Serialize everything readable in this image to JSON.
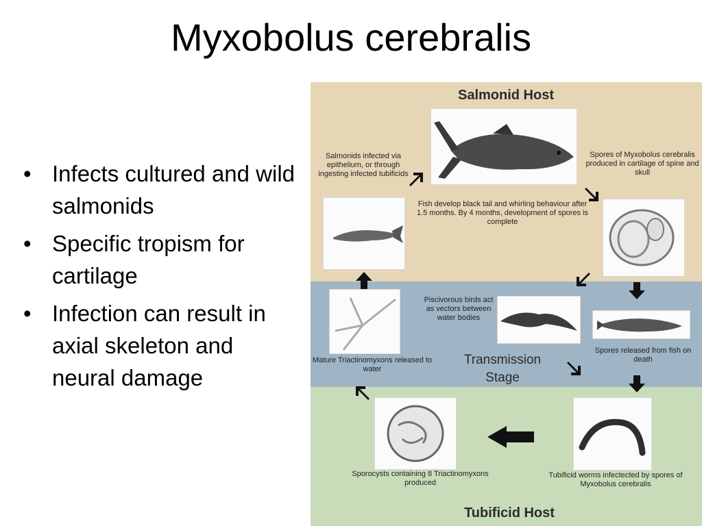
{
  "title": "Myxobolus cerebralis",
  "bullets": [
    "Infects cultured and wild salmonids",
    "Specific tropism for cartilage",
    "Infection can result in axial skeleton and neural damage"
  ],
  "diagram": {
    "header_top": "Salmonid Host",
    "header_mid": "Transmission Stage",
    "header_bot": "Tubificid Host",
    "label_salmonids_infected": "Salmonids infected via epithelium, or through ingesting infected tubificids",
    "label_spores_cartilage": "Spores of Myxobolus cerebralis produced in cartilage of spine and skull",
    "label_black_tail": "Fish develop black tail and whirling behaviour after 1.5 months. By 4 months, development of spores is complete",
    "label_piscivorous": "Piscivorous birds act as vectors between water bodies",
    "label_mature_triactinomyxons": "Mature Triactinomyxons released to water",
    "label_spores_released": "Spores released from fish on death",
    "label_sporocysts": "Sporocysts containing 8 Triactinomyxons produced",
    "label_tubificid_worms": "Tubificid worms infectected by spores of Myxobolus cerebralis"
  }
}
